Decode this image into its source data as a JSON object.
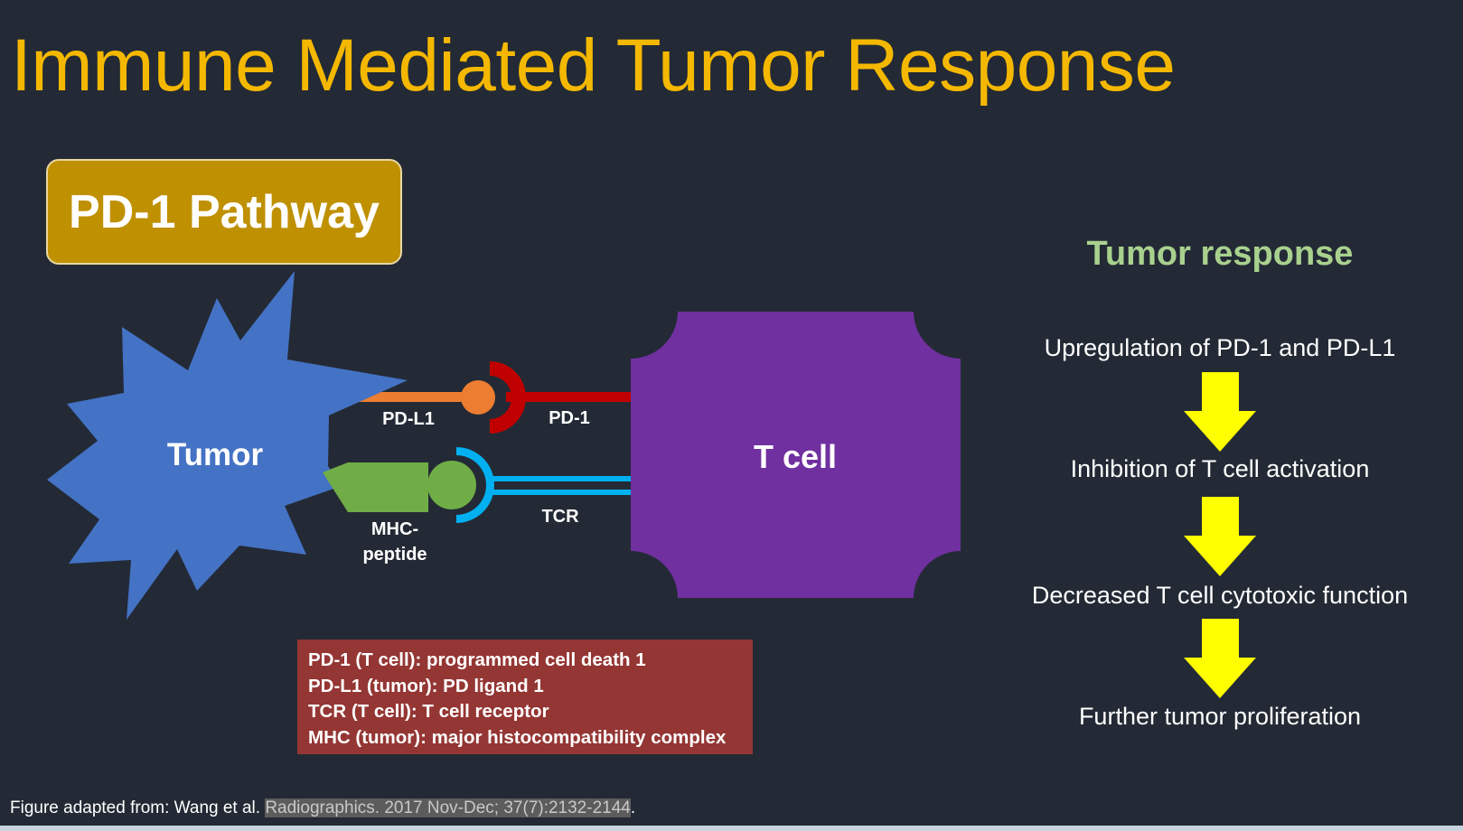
{
  "title": "Immune Mediated Tumor Response",
  "badge": "PD-1 Pathway",
  "diagram": {
    "tumor_label": "Tumor",
    "tcell_label": "T cell",
    "pdl1_label": "PD-L1",
    "pd1_label": "PD-1",
    "mhc_label_line1": "MHC-",
    "mhc_label_line2": "peptide",
    "tcr_label": "TCR",
    "colors": {
      "tumor": "#4472c4",
      "tcell": "#7030a0",
      "pdl1": "#ed7d31",
      "pd1": "#c00000",
      "mhc": "#70ad47",
      "tcr": "#00b0f0",
      "arrow": "#ffff00"
    }
  },
  "response": {
    "heading": "Tumor response",
    "steps": [
      "Upregulation of PD-1 and PD-L1",
      "Inhibition of T cell activation",
      "Decreased T cell cytotoxic function",
      "Further tumor proliferation"
    ]
  },
  "legend": [
    "PD-1 (T cell): programmed cell death 1",
    "PD-L1 (tumor): PD ligand 1",
    "TCR (T cell): T cell receptor",
    "MHC (tumor): major histocompatibility complex"
  ],
  "citation": {
    "prefix": "Figure adapted from: Wang et al. ",
    "highlighted": "Radiographics. 2017 Nov-Dec; 37(7):2132-2144",
    "suffix": "."
  }
}
